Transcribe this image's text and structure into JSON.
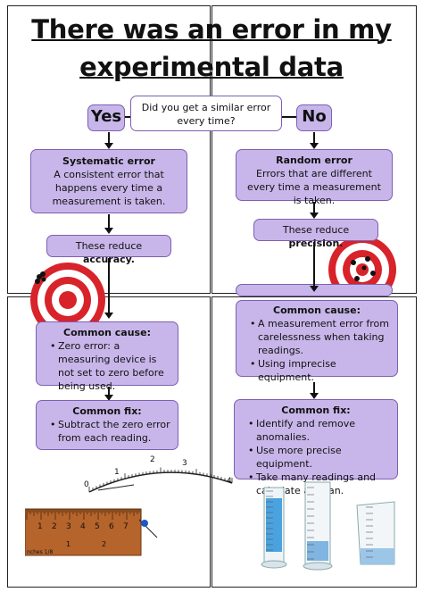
{
  "title": {
    "line1": "There was an error in my",
    "line2": "experimental data"
  },
  "question": "Did you get a similar error every time?",
  "answers": {
    "yes": "Yes",
    "no": "No"
  },
  "systematic": {
    "heading": "Systematic error",
    "description": "A consistent error that happens every time a measurement is taken.",
    "reduces_prefix": "These reduce ",
    "reduces_bold": "accuracy."
  },
  "random": {
    "heading": "Random error",
    "description": "Errors that are different every time a measurement is taken.",
    "reduces_prefix": "These reduce ",
    "reduces_bold": "precision."
  },
  "systematic_cause": {
    "heading": "Common cause:",
    "items": [
      "Zero error: a measuring device is not set to zero before being used."
    ]
  },
  "systematic_fix": {
    "heading": "Common fix:",
    "items": [
      "Subtract the zero error from each reading."
    ]
  },
  "random_cause": {
    "heading": "Common cause:",
    "items": [
      "A measurement error from carelessness when taking readings.",
      "Using imprecise equipment."
    ]
  },
  "random_fix": {
    "heading": "Common fix:",
    "items": [
      "Identify and remove anomalies.",
      "Use more precise equipment.",
      "Take many readings and calculate a mean."
    ]
  },
  "meter_scale": [
    "0",
    "1",
    "2",
    "3",
    "4"
  ],
  "ruler_numbers": [
    "1",
    "2",
    "3",
    "4",
    "5",
    "6",
    "7"
  ],
  "ruler_sub_numbers": [
    "1",
    "2"
  ],
  "ruler_label": "nches 1/8",
  "colors": {
    "box_fill": "#c8b6ea",
    "box_border": "#7d5fb3",
    "target_red": "#d8232a",
    "cylinder_blue": "#4aa3df",
    "ruler_wood": "#b5642b"
  }
}
